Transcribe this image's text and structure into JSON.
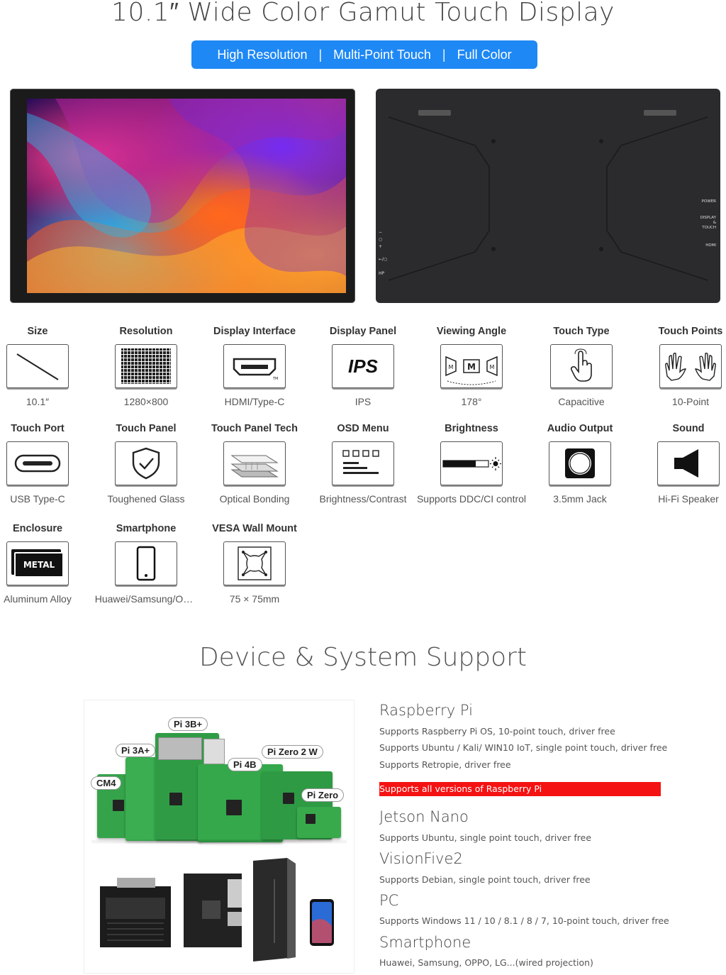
{
  "header": {
    "title": "10.1″ Wide Color Gamut Touch Display",
    "pill": [
      "High Resolution",
      "Multi-Point Touch",
      "Full Color"
    ],
    "pill_sep": "|"
  },
  "back_panel": {
    "right_labels": [
      "POWER",
      "DISPLAY",
      "&",
      "TOUCH",
      "HDMI"
    ],
    "left_labels": [
      "−",
      "○",
      "+",
      "←/○",
      "HP"
    ]
  },
  "specs": [
    {
      "label": "Size",
      "value": "10.1″",
      "icon": "diagonal-line-icon"
    },
    {
      "label": "Resolution",
      "value": "1280×800",
      "icon": "pixel-grid-icon"
    },
    {
      "label": "Display Interface",
      "value": "HDMI/Type-C",
      "icon": "hdmi-icon",
      "icon_text": "TM"
    },
    {
      "label": "Display Panel",
      "value": "IPS",
      "icon": "ips-icon",
      "icon_text": "IPS"
    },
    {
      "label": "Viewing Angle",
      "value": "178°",
      "icon": "viewing-angle-icon",
      "icon_text": "M"
    },
    {
      "label": "Touch Type",
      "value": "Capacitive",
      "icon": "finger-touch-icon"
    },
    {
      "label": "Touch Points",
      "value": "10-Point",
      "icon": "multi-hand-icon"
    },
    {
      "label": "Touch Port",
      "value": "USB Type-C",
      "icon": "usb-c-icon"
    },
    {
      "label": "Touch Panel",
      "value": "Toughened Glass",
      "icon": "shield-check-icon"
    },
    {
      "label": "Touch Panel Tech",
      "value": "Optical Bonding",
      "icon": "layers-icon"
    },
    {
      "label": "OSD Menu",
      "value": "Brightness/Contrast",
      "icon": "osd-menu-icon"
    },
    {
      "label": "Brightness",
      "value": "Supports DDC/CI control",
      "icon": "brightness-bar-icon"
    },
    {
      "label": "Audio Output",
      "value": "3.5mm Jack",
      "icon": "audio-jack-icon"
    },
    {
      "label": "Sound",
      "value": "Hi-Fi Speaker",
      "icon": "speaker-icon"
    },
    {
      "label": "Enclosure",
      "value": "Aluminum Alloy",
      "icon": "metal-icon",
      "icon_text": "METAL"
    },
    {
      "label": "Smartphone",
      "value": "Huawei/Samsung/O…",
      "icon": "smartphone-icon"
    },
    {
      "label": "VESA Wall Mount",
      "value": "75 × 75mm",
      "icon": "vesa-icon"
    }
  ],
  "support": {
    "title": "Device & System Support",
    "board_tags": [
      "Pi 3B+",
      "Pi 3A+",
      "Pi Zero 2 W",
      "Pi 4B",
      "CM4",
      "Pi Zero"
    ],
    "groups": [
      {
        "heading": "Raspberry Pi",
        "lines": [
          "Supports Raspberry Pi OS, 10-point touch, driver free",
          "Supports Ubuntu / Kali/ WIN10 IoT, single point touch, driver free",
          "Supports Retropie, driver free"
        ],
        "highlight": "Supports all versions of Raspberry Pi"
      },
      {
        "heading": "Jetson Nano",
        "lines": [
          "Supports Ubuntu, single point touch, driver free"
        ]
      },
      {
        "heading": "VisionFive2",
        "lines": [
          "Supports Debian, single point touch, driver free"
        ]
      },
      {
        "heading": "PC",
        "lines": [
          "Supports Windows 11 / 10 / 8.1 / 8 / 7, 10-point touch, driver free"
        ]
      },
      {
        "heading": "Smartphone",
        "lines": [
          "Huawei, Samsung, OPPO, LG...(wired projection)"
        ]
      }
    ]
  }
}
